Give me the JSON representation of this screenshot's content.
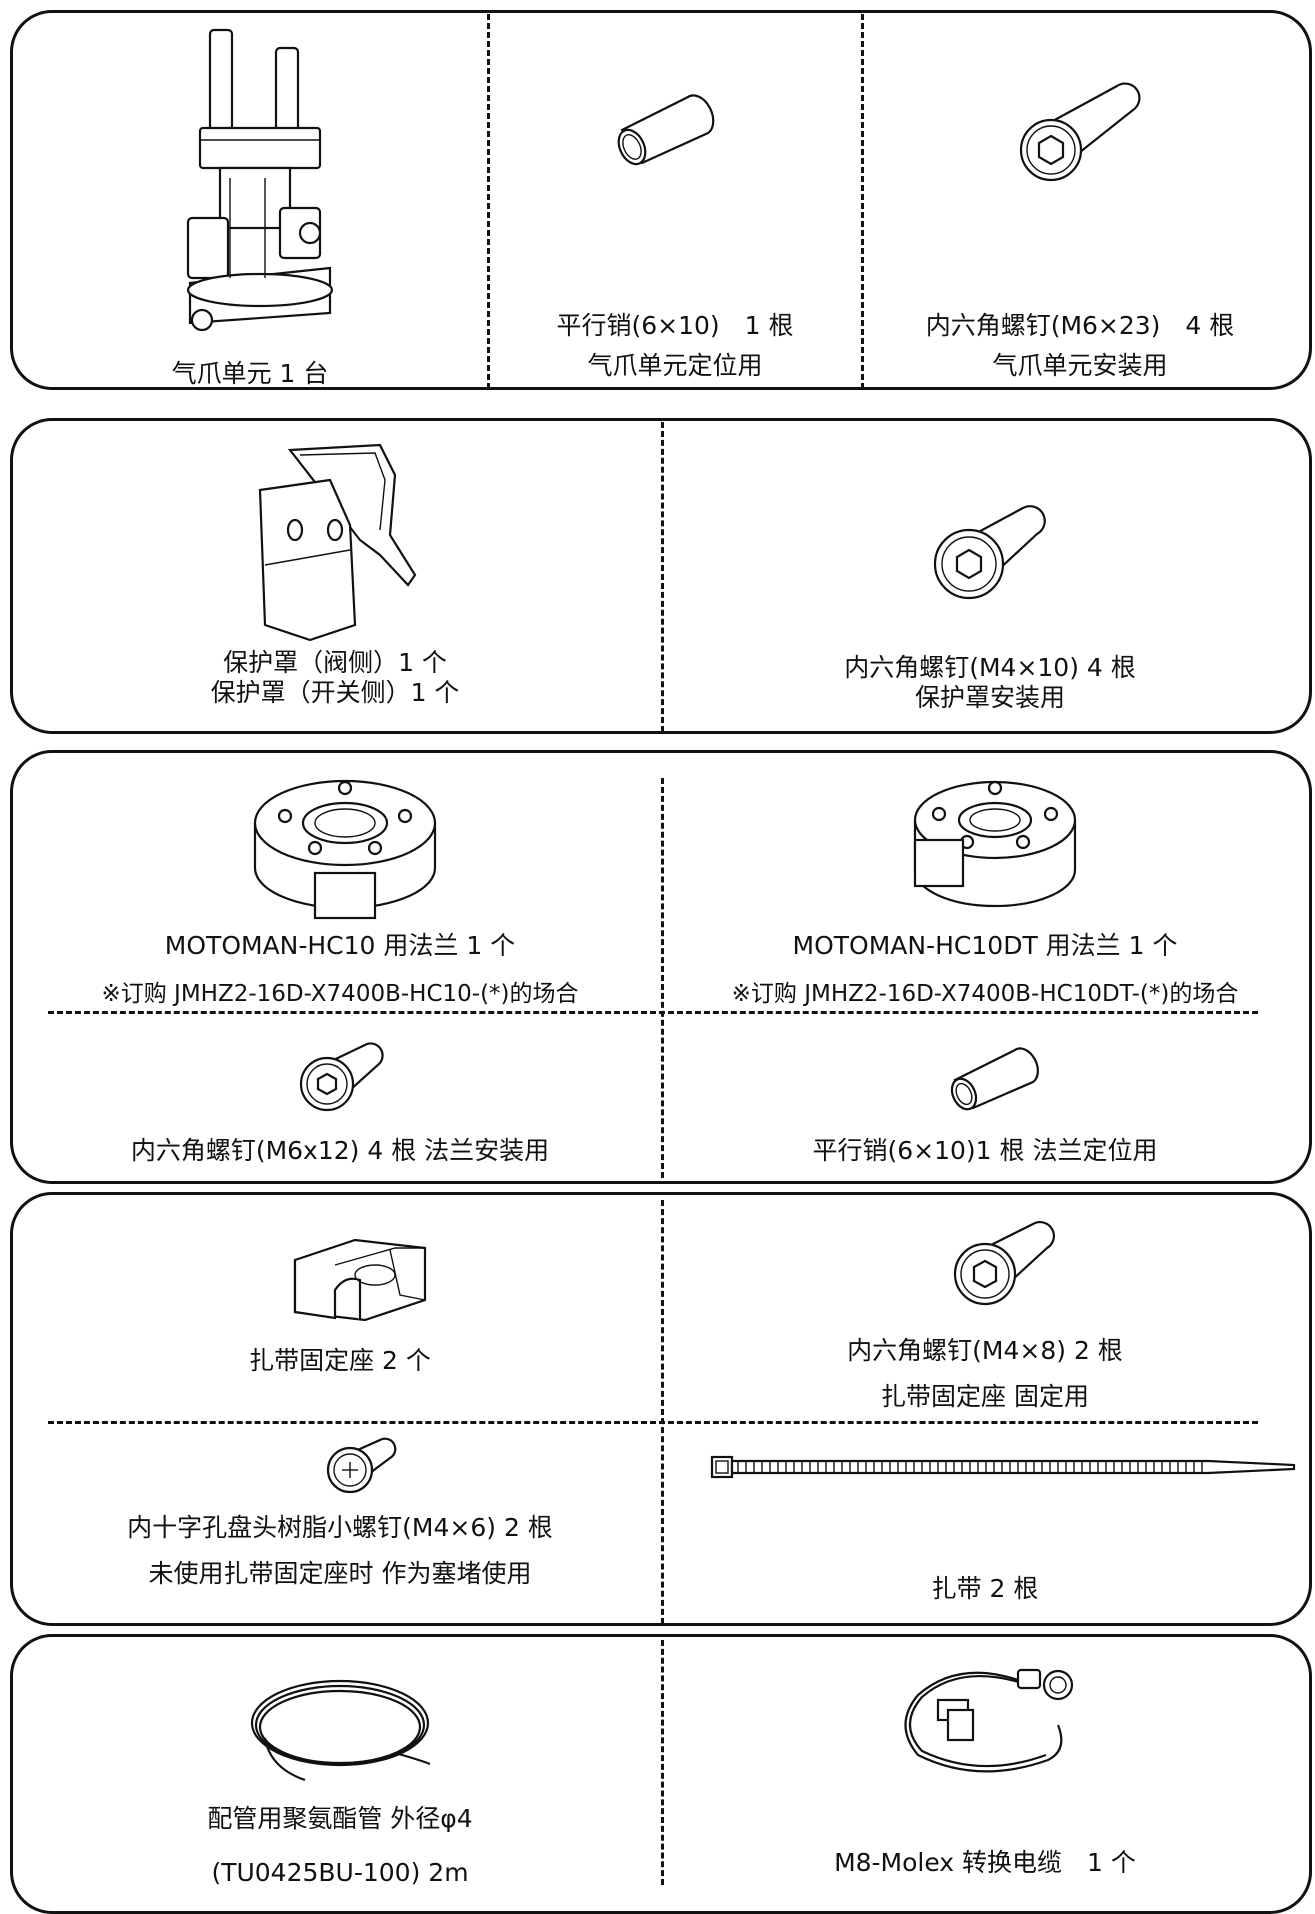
{
  "colors": {
    "ink": "#111111",
    "paper": "#ffffff"
  },
  "sections": [
    {
      "items": [
        {
          "lines": [
            "气爪单元 1 台"
          ],
          "icon": "gripper-unit-icon"
        },
        {
          "lines": [
            "平行销(6×10)　1 根",
            "气爪单元定位用"
          ],
          "icon": "parallel-pin-icon"
        },
        {
          "lines": [
            "内六角螺钉(M6×23)　4 根",
            "气爪单元安装用"
          ],
          "icon": "hex-socket-screw-icon"
        }
      ]
    },
    {
      "items": [
        {
          "lines": [
            "保护罩（阀侧）1 个",
            "保护罩（开关侧）1 个"
          ],
          "icon": "protective-cover-icon"
        },
        {
          "lines": [
            "内六角螺钉(M4×10) 4 根",
            "保护罩安装用"
          ],
          "icon": "hex-socket-screw-icon"
        }
      ]
    },
    {
      "items": [
        {
          "lines": [
            "MOTOMAN-HC10 用法兰  1 个",
            "※订购 JMHZ2-16D-X7400B-HC10-(*)的场合"
          ],
          "icon": "flange-icon"
        },
        {
          "lines": [
            "MOTOMAN-HC10DT 用法兰  1 个",
            "※订购 JMHZ2-16D-X7400B-HC10DT-(*)的场合"
          ],
          "icon": "flange-icon"
        },
        {
          "lines": [
            "内六角螺钉(M6x12) 4 根  法兰安装用"
          ],
          "icon": "hex-socket-screw-icon"
        },
        {
          "lines": [
            "平行销(6×10)1 根  法兰定位用"
          ],
          "icon": "parallel-pin-icon"
        }
      ]
    },
    {
      "items": [
        {
          "lines": [
            "扎带固定座  2 个"
          ],
          "icon": "cable-tie-mount-icon"
        },
        {
          "lines": [
            "内六角螺钉(M4×8) 2 根",
            "扎带固定座  固定用"
          ],
          "icon": "hex-socket-screw-icon"
        },
        {
          "lines": [
            "内十字孔盘头树脂小螺钉(M4×6) 2 根",
            "未使用扎带固定座时  作为塞堵使用"
          ],
          "icon": "phillips-pan-head-screw-icon"
        },
        {
          "lines": [
            "扎带  2 根"
          ],
          "icon": "cable-tie-icon"
        }
      ]
    },
    {
      "items": [
        {
          "lines": [
            "配管用聚氨酯管  外径φ4",
            "(TU0425BU-100) 2m"
          ],
          "icon": "polyurethane-tube-icon"
        },
        {
          "lines": [
            "M8-Molex 转换电缆　1 个"
          ],
          "icon": "conversion-cable-icon"
        }
      ]
    }
  ]
}
